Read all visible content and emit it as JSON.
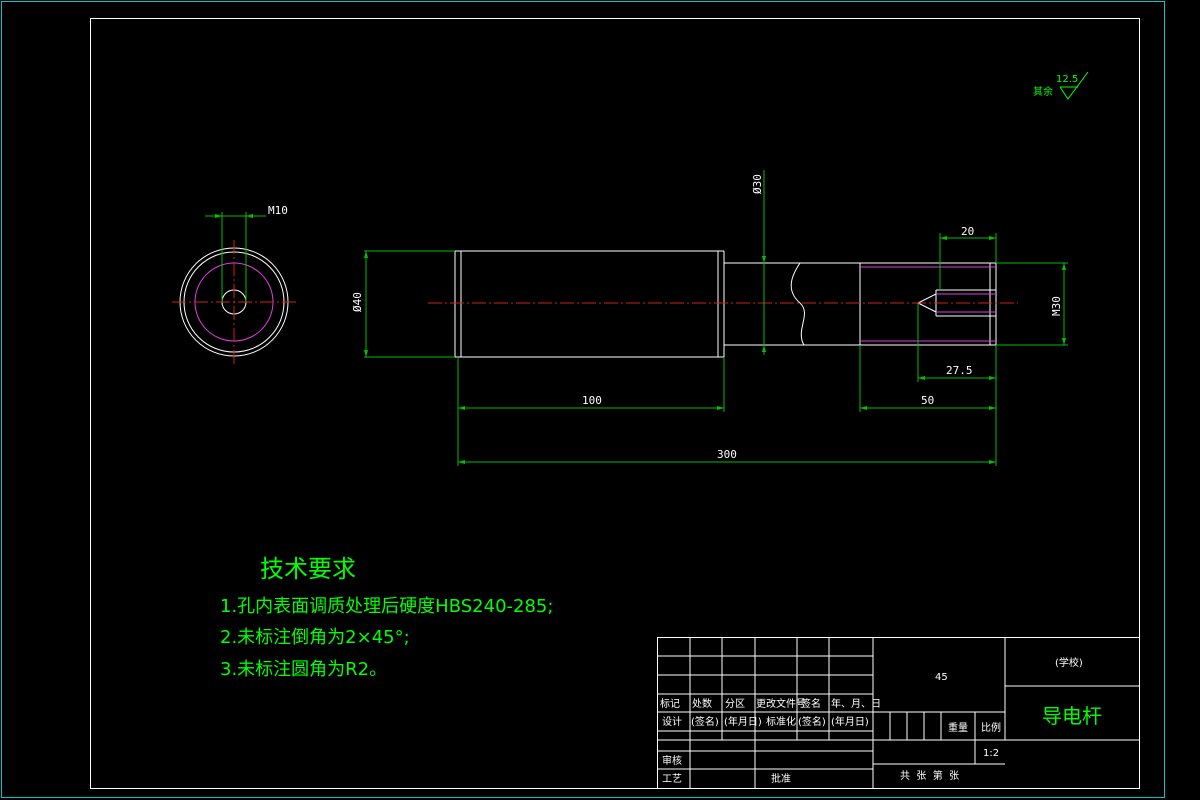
{
  "roughness": {
    "label": "其余",
    "value": "12.5"
  },
  "dimensions": {
    "m10": "M10",
    "d30": "Ø30",
    "d40": "Ø40",
    "len20": "20",
    "m30": "M30",
    "len27_5": "27.5",
    "len100": "100",
    "len50": "50",
    "len300": "300"
  },
  "tech_requirements": {
    "title": "技术要求",
    "items": [
      "1.孔内表面调质处理后硬度HBS240-285;",
      "2.未标注倒角为2×45°;",
      "3.未标注圆角为R2。"
    ]
  },
  "title_block": {
    "material": "45",
    "school": "(学校)",
    "part_name": "导电杆",
    "row_headers": [
      "标记",
      "处数",
      "分区",
      "更改文件号",
      "签名",
      "年、月、日"
    ],
    "design_row": [
      "设计",
      "(签名)",
      "(年月日)",
      "标准化",
      "(签名)",
      "(年月日)"
    ],
    "weight_label": "重量",
    "scale_label": "比例",
    "scale_value": "1:2",
    "review": "审核",
    "process": "工艺",
    "approve": "批准",
    "sheets": "共  张  第  张"
  }
}
